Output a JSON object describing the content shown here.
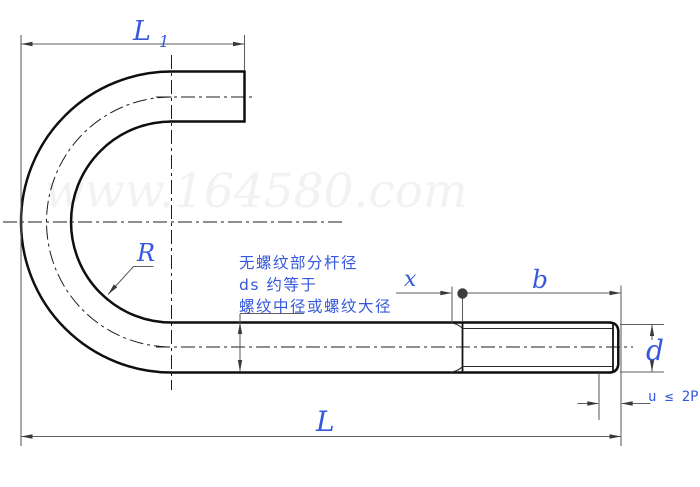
{
  "drawing": {
    "watermark": "www.164580.com",
    "labels": {
      "l1_main": "L",
      "l1_sub": "1",
      "radius": "R",
      "overall_length": "L",
      "x_dim": "x",
      "thread_length": "b",
      "diameter": "d",
      "incomplete_thread": "u ≤ 2P"
    },
    "note_lines": [
      "无螺纹部分杆径",
      "ds 约等于",
      "螺纹中径或螺纹大径"
    ],
    "colors": {
      "label_blue": "#3558dc",
      "watermark_gray": "#f2f2f2",
      "dot_dark": "#3d3d3d"
    }
  }
}
